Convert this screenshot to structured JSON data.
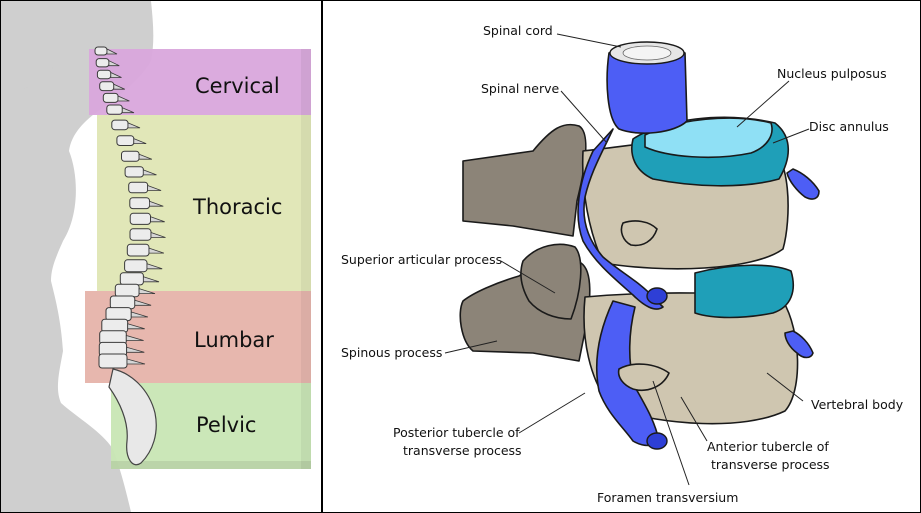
{
  "spine_regions": {
    "cervical": {
      "label": "Cervical",
      "color": "#d9a7dc"
    },
    "thoracic": {
      "label": "Thoracic",
      "color": "#dfe6b4"
    },
    "lumbar": {
      "label": "Lumbar",
      "color": "#e6b3aa"
    },
    "pelvic": {
      "label": "Pelvic",
      "color": "#c8e6b4"
    }
  },
  "vertebra_labels": {
    "spinal_cord": "Spinal cord",
    "spinal_nerve": "Spinal nerve",
    "nucleus_pulposus": "Nucleus pulposus",
    "disc_annulus": "Disc annulus",
    "superior_articular_process": "Superior articular process",
    "spinous_process": "Spinous process",
    "vertebral_body": "Vertebral body",
    "posterior_tubercle_line1": "Posterior tubercle of",
    "posterior_tubercle_line2": "transverse process",
    "anterior_tubercle_line1": "Anterior tubercle of",
    "anterior_tubercle_line2": "transverse process",
    "foramen_transversium": "Foramen transversium"
  },
  "colors": {
    "body_silhouette": "#cfcfcf",
    "bone": "#cfc6b0",
    "bone_dark": "#8c8478",
    "nerve": "#4d5ef5",
    "disc": "#1f9fb8",
    "nucleus": "#8fe0f5"
  }
}
